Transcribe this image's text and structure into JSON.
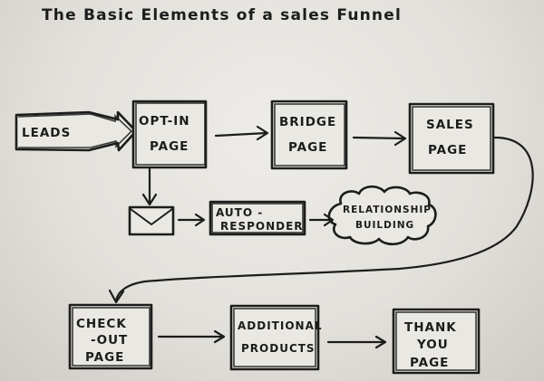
{
  "title": "The Basic Elements of a sales Funnel",
  "nodes": {
    "leads": "LEADS",
    "opt_in_1": "OPT-IN",
    "opt_in_2": "PAGE",
    "bridge_1": "BRIDGE",
    "bridge_2": "PAGE",
    "sales_1": "SALES",
    "sales_2": "PAGE",
    "auto_1": "AUTO -",
    "auto_2": "RESPONDER",
    "rel_1": "RELATIONSHIP",
    "rel_2": "BUILDING",
    "checkout_1": "CHECK",
    "checkout_2": "-OUT",
    "checkout_3": "PAGE",
    "additional_1": "ADDITIONAL",
    "additional_2": "PRODUCTS",
    "thanks_1": "THANK",
    "thanks_2": "YOU",
    "thanks_3": "PAGE"
  },
  "icons": {
    "email": "envelope-icon"
  }
}
